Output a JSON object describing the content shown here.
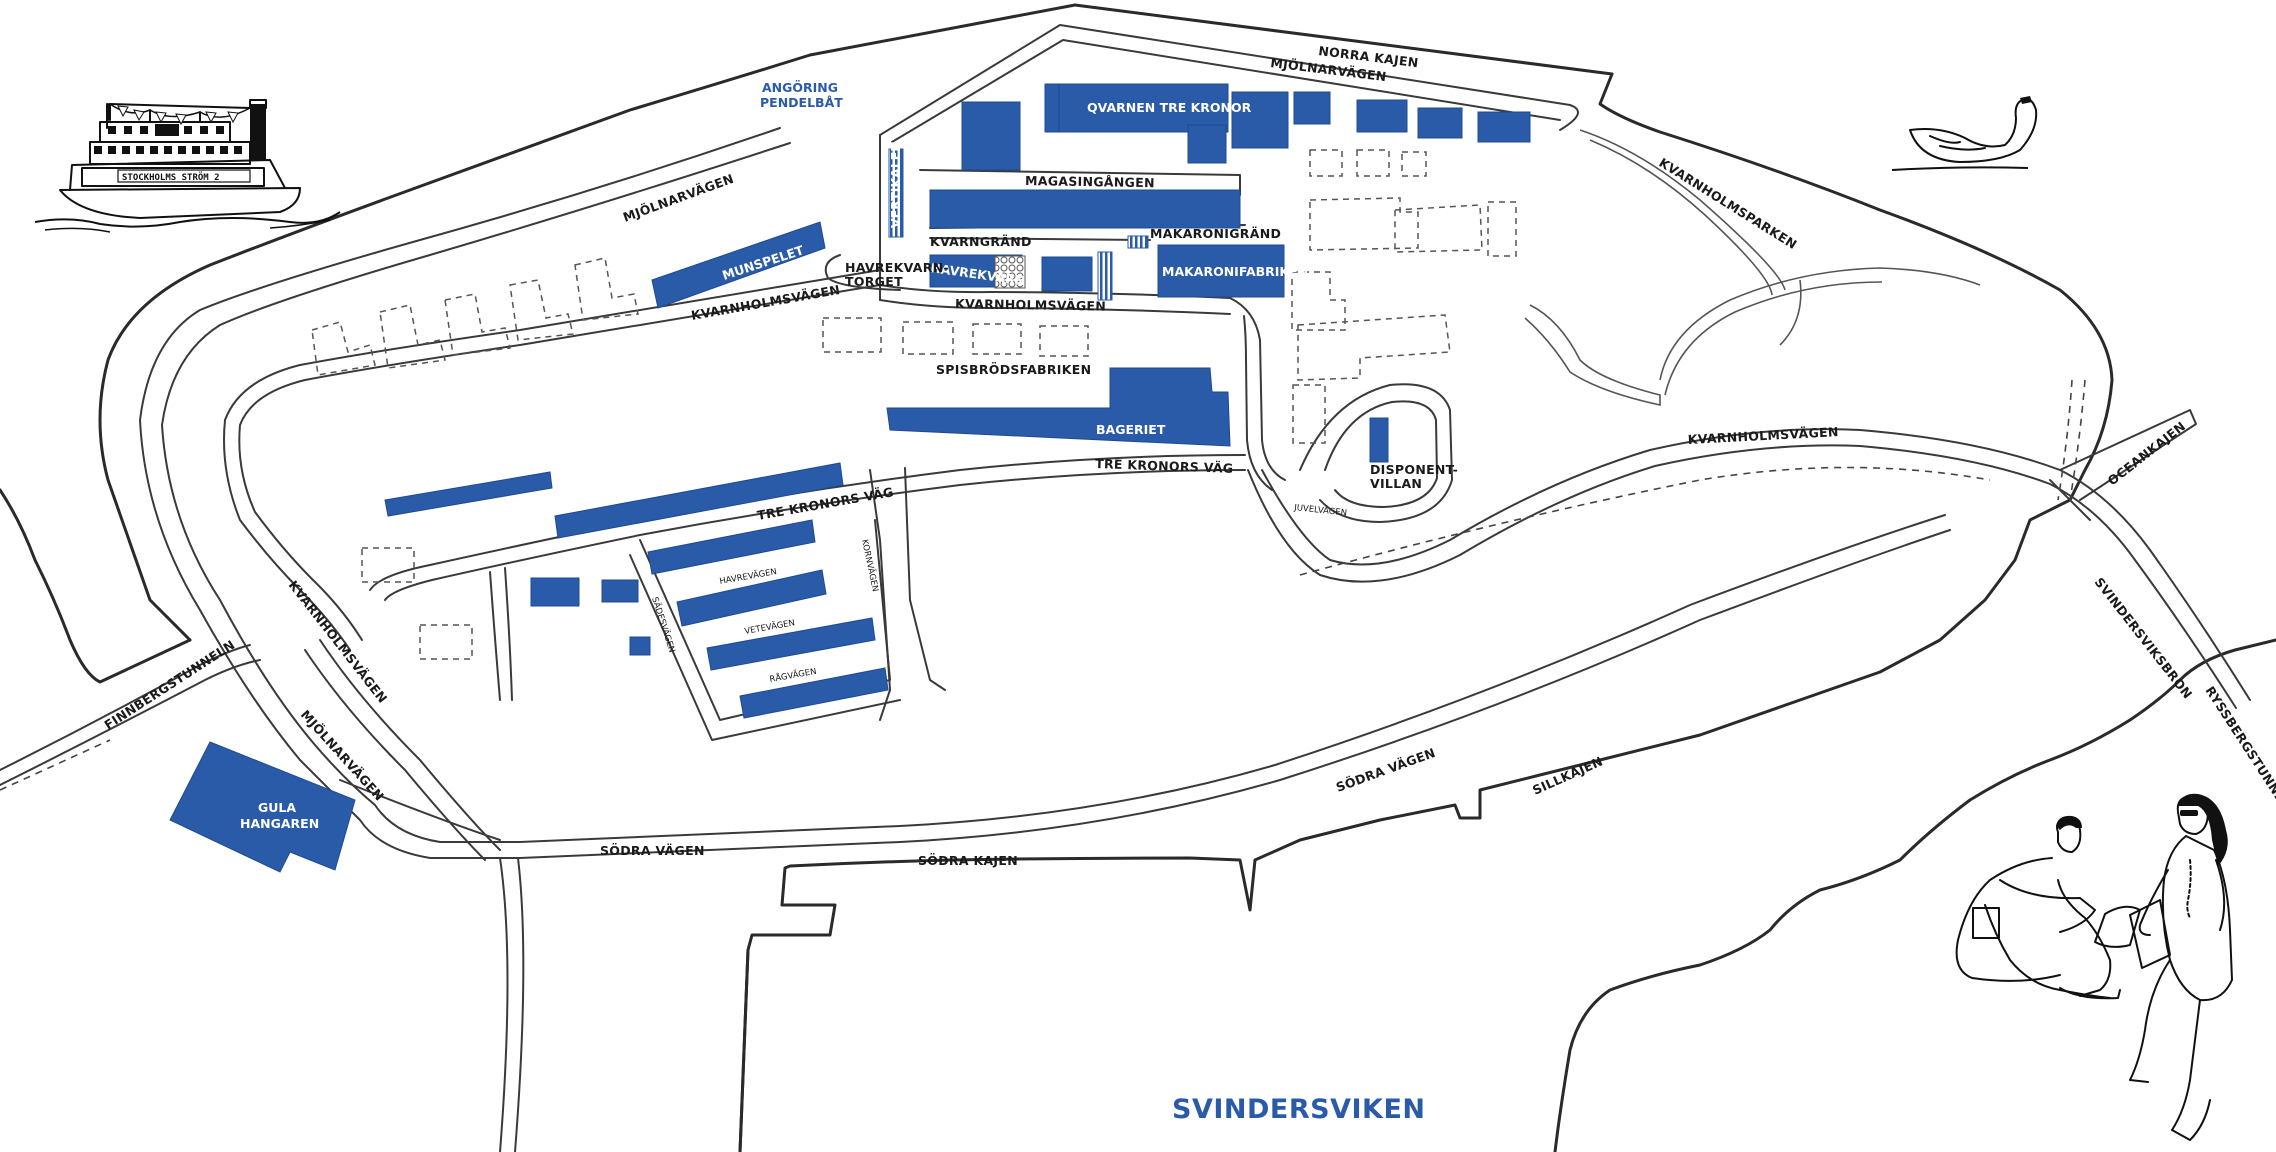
{
  "colors": {
    "building": "#2a5ba8",
    "water_label": "#2a5ba8",
    "ink": "#1a1a1a"
  },
  "water": {
    "svindersviken": "SVINDERSVIKEN"
  },
  "streets": {
    "norra_kajen": "NORRA KAJEN",
    "mjolnarvagen_top": "MJÖLNARVÄGEN",
    "mjolnarvagen_left": "MJÖLNARVÄGEN",
    "mjolnarvagen_sw": "MJÖLNARVÄGEN",
    "magasingangen": "MAGASINGÅNGEN",
    "kvarngrand": "KVARNGRÄND",
    "makaronigrand": "MAKARONIGRÄND",
    "kvarnholmsvagen_center": "KVARNHOLMSVÄGEN",
    "kvarnholmsvagen_west": "KVARNHOLMSVÄGEN",
    "kvarnholmsvagen_east": "KVARNHOLMSVÄGEN",
    "kvarnholmsvagen_sw": "KVARNHOLMSVÄGEN",
    "kvarnholmsparken": "KVARNHOLMSPARKEN",
    "tre_kronors_vag_east": "TRE KRONORS VÄG",
    "tre_kronors_vag_west": "TRE KRONORS VÄG",
    "juvelvagen": "JUVELVÄGEN",
    "havrevagen": "HAVREVÄGEN",
    "vetevagen": "VETEVÄGEN",
    "ragvagen": "RÅGVÄGEN",
    "kornvagen": "KORNVÄGEN",
    "sadesvagen": "SÄDESVÄGEN",
    "sodra_vagen_west": "SÖDRA VÄGEN",
    "sodra_vagen_east": "SÖDRA VÄGEN",
    "sodra_kajen": "SÖDRA KAJEN",
    "sillkajen": "SILLKAJEN",
    "oceankajen": "OCEANKAJEN",
    "svindersviksbron": "SVINDERSVIKSBRON",
    "ryssbergstunneln": "RYSSBERGSTUNNELN",
    "finnbergstunneln": "FINNBERGSTUNNELN"
  },
  "places": {
    "angoring_1": "ANGÖRING",
    "angoring_2": "PENDELBÅT",
    "havrekvarntorget_1": "HAVREKVARN-",
    "havrekvarntorget_2": "TORGET",
    "spisbrodsfabriken": "SPISBRÖDSFABRIKEN",
    "disponentvillan_1": "DISPONENT-",
    "disponentvillan_2": "VILLAN"
  },
  "buildings": {
    "qvarnen": "QVARNEN TRE KRONOR",
    "vertikalen": "VERTIKALEN",
    "munspelet": "MUNSPELET",
    "havrekvarn": "HAVREKVARN",
    "makaronifabriken": "MAKARONIFABRIKEN",
    "bageriet": "BAGERIET",
    "gula_1": "GULA",
    "gula_2": "HANGAREN"
  },
  "illustrations": {
    "boat_name": "STOCKHOLMS STRÖM 2",
    "boat": "ferry-boat-illustration",
    "swan": "swan-illustration",
    "people": "people-sitting-illustration"
  }
}
